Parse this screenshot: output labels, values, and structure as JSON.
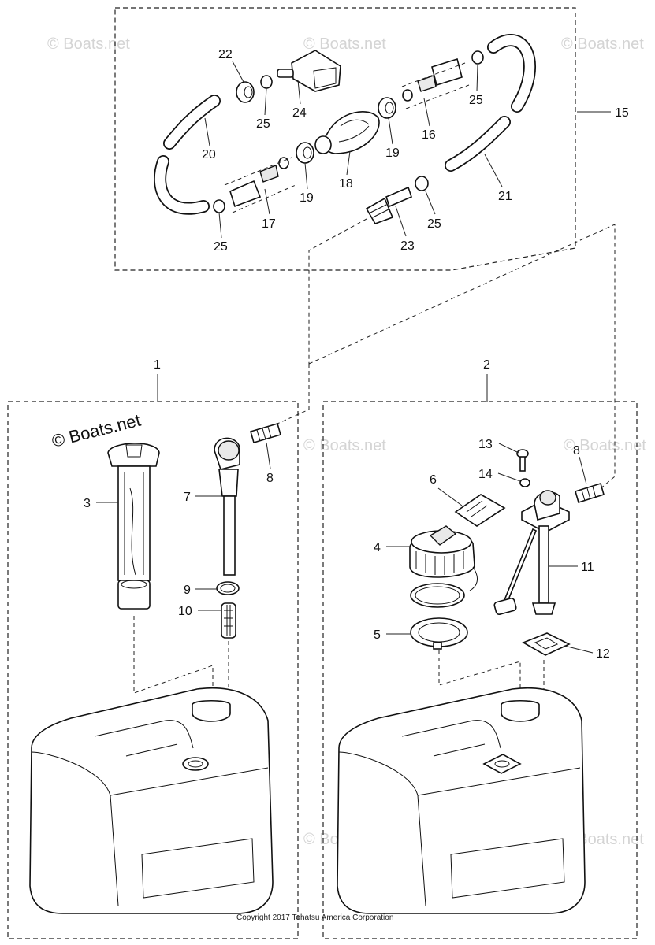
{
  "callouts": {
    "n1": "1",
    "n2": "2",
    "n3": "3",
    "n4": "4",
    "n5": "5",
    "n6": "6",
    "n7": "7",
    "n8a": "8",
    "n8b": "8",
    "n9": "9",
    "n10": "10",
    "n11": "11",
    "n12": "12",
    "n13": "13",
    "n14": "14",
    "n15": "15",
    "n16": "16",
    "n17": "17",
    "n18": "18",
    "n19a": "19",
    "n19b": "19",
    "n20": "20",
    "n21": "21",
    "n22": "22",
    "n23": "23",
    "n24": "24",
    "n25a": "25",
    "n25b": "25",
    "n25c": "25",
    "n25d": "25"
  },
  "watermark": {
    "text": "© Boats.net",
    "main_text": "© Boats.net"
  },
  "copyright": "Copyright 2017 Tohatsu America Corporation",
  "colors": {
    "line": "#111111",
    "watermark": "#d4d4d4",
    "background": "#ffffff"
  }
}
